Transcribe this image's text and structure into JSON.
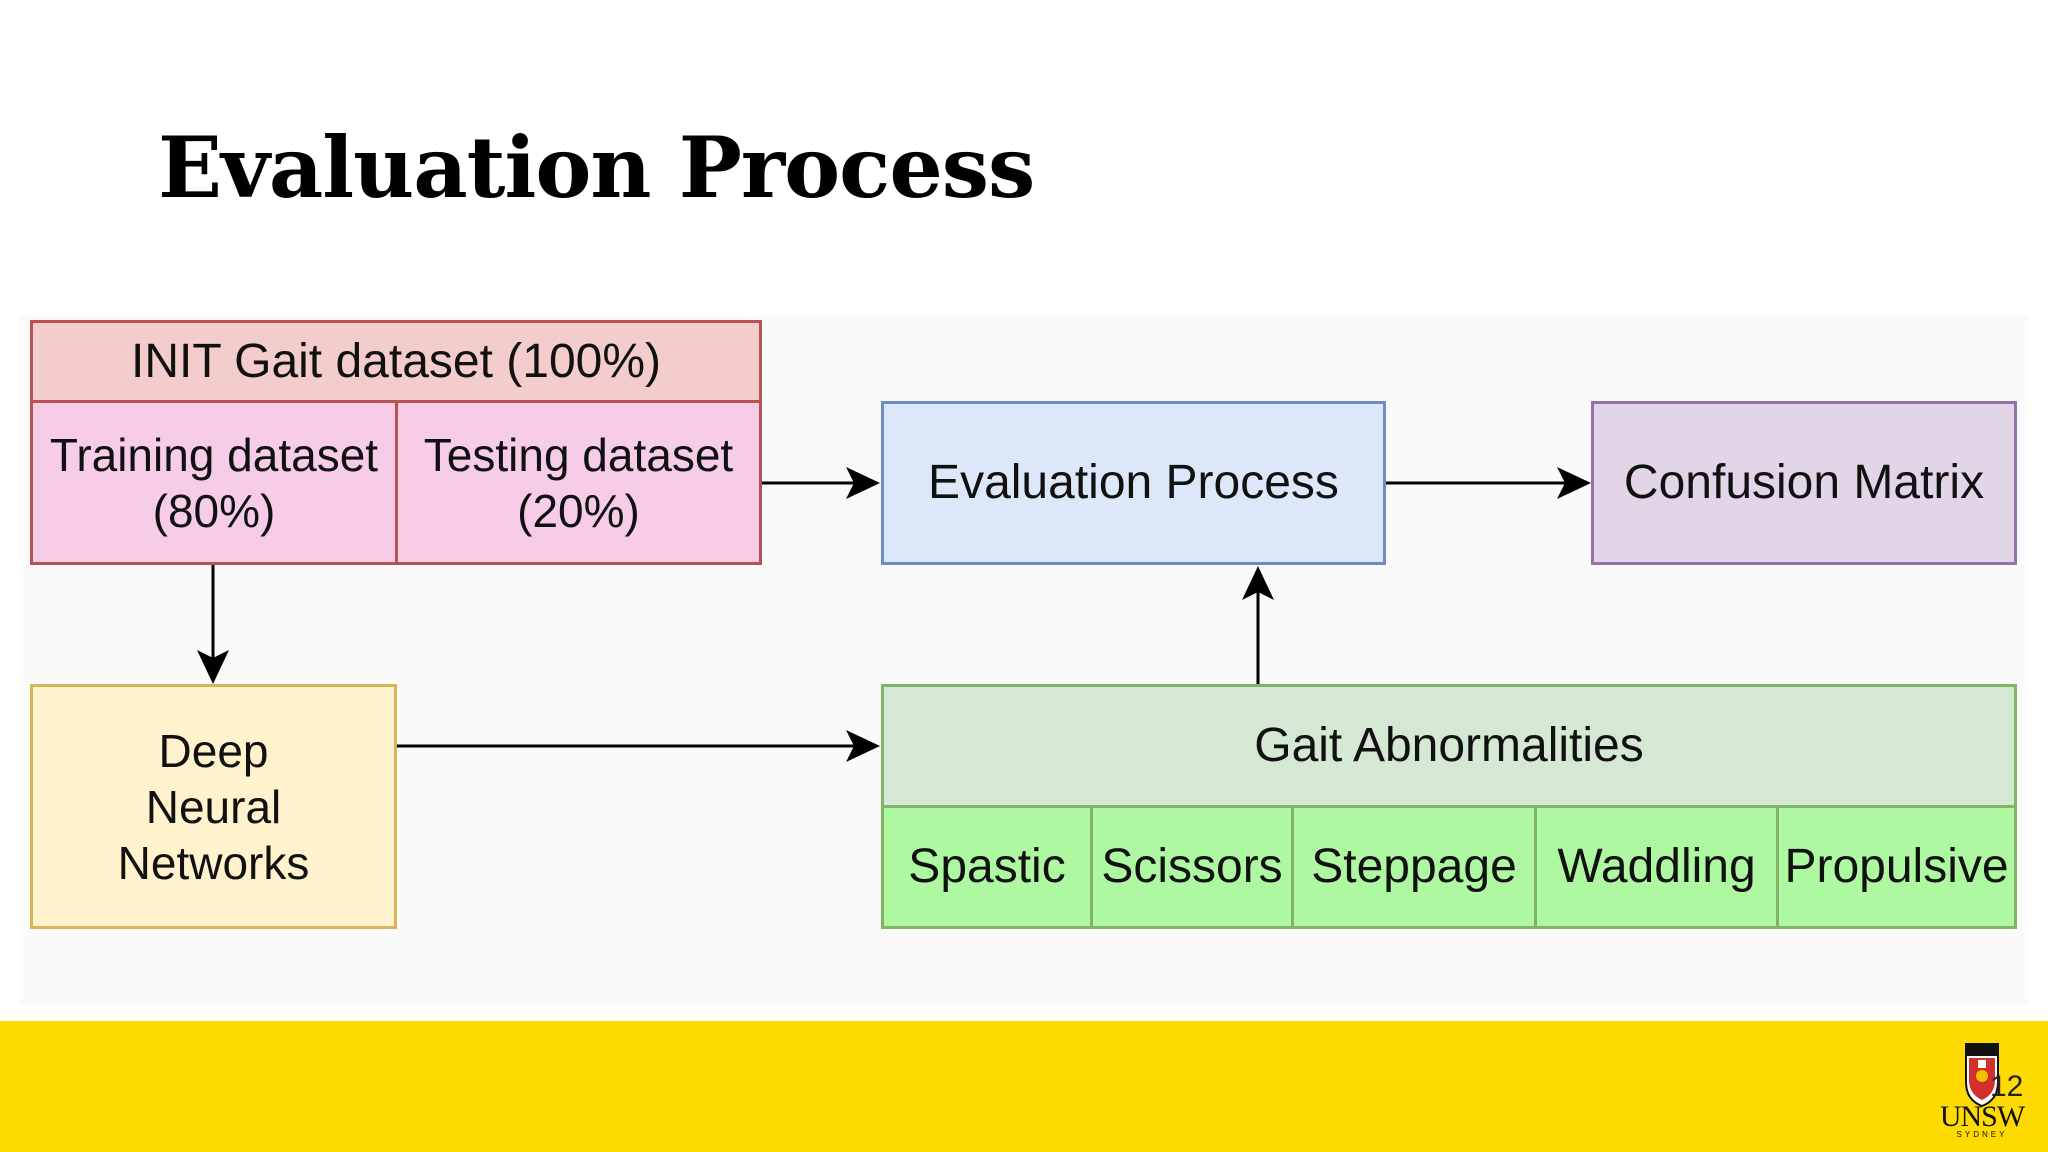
{
  "slide": {
    "title": "Evaluation Process",
    "page_number": "12"
  },
  "diagram": {
    "dataset": {
      "header": "INIT Gait dataset (100%)",
      "training": "Training dataset\n(80%)",
      "testing": "Testing dataset\n(20%)"
    },
    "evaluation": "Evaluation Process",
    "confusion": "Confusion Matrix",
    "dnn": "Deep\nNeural\nNetworks",
    "gait": {
      "header": "Gait Abnormalities",
      "types": [
        "Spastic",
        "Scissors",
        "Steppage",
        "Waddling",
        "Propulsive"
      ]
    }
  },
  "logo": {
    "text": "UNSW",
    "sub": "SYDNEY"
  },
  "colors": {
    "footer": "#FFDA00",
    "dataset_fill": "#F3CCCC",
    "dataset_border": "#B85450",
    "split_fill": "#F6CCE6",
    "eval_fill": "#DDE7FA",
    "eval_border": "#6C8EBF",
    "confusion_fill": "#E1D5E7",
    "confusion_border": "#9673A6",
    "dnn_fill": "#FFF2CC",
    "dnn_border": "#D6B656",
    "gait_fill": "#D5E8D4",
    "gait_border": "#82B366",
    "types_fill": "#AEF8A1"
  }
}
